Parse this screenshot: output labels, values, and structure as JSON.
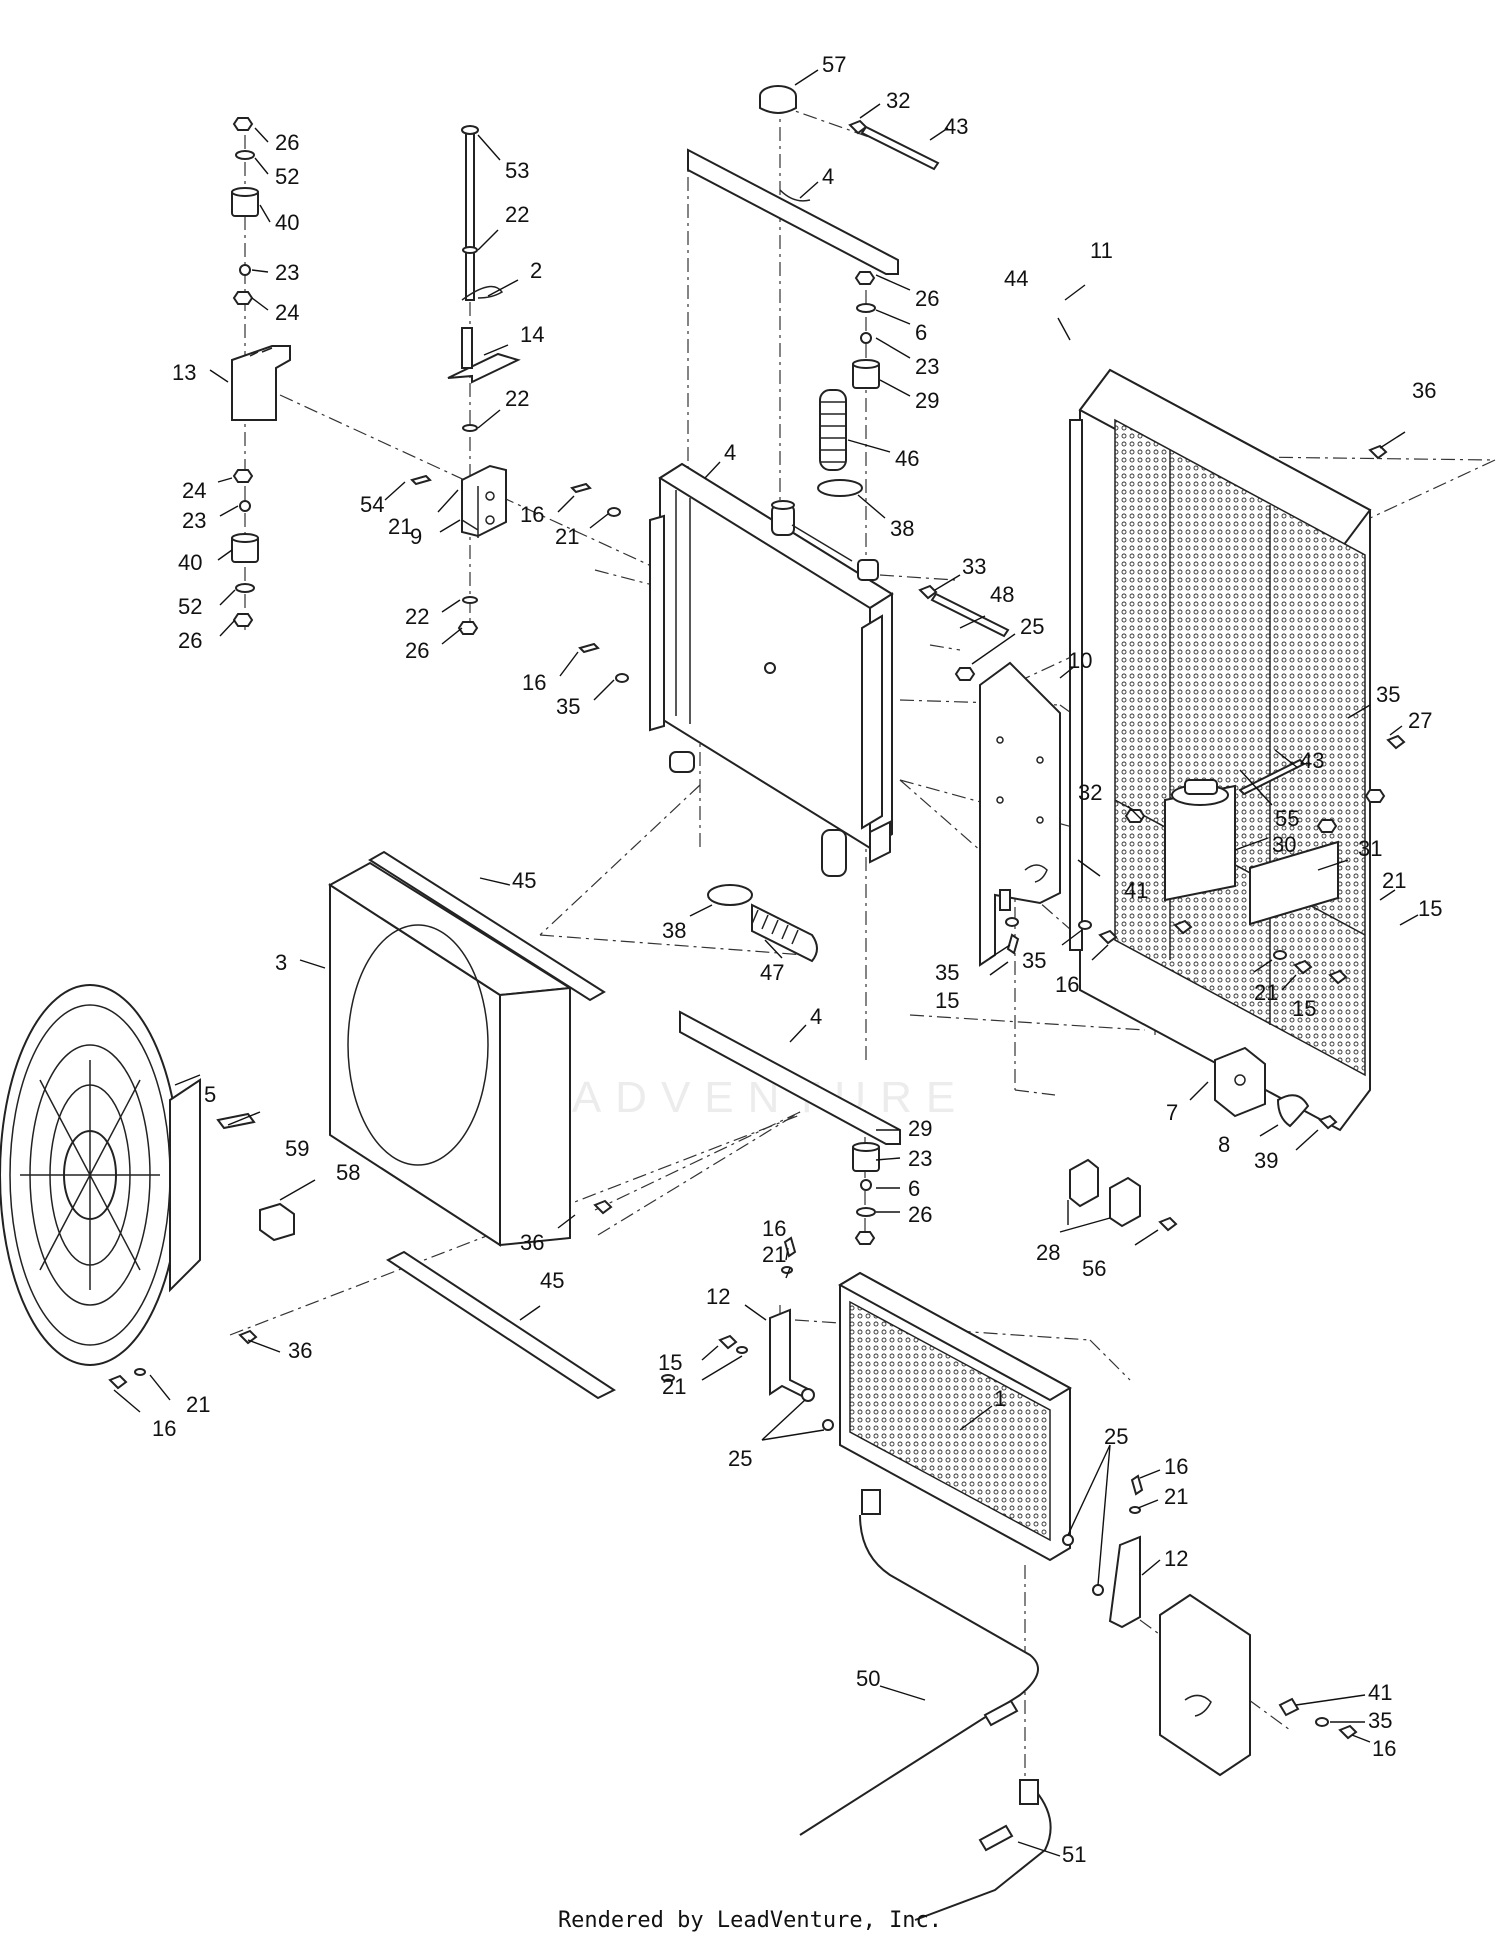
{
  "watermark": "LEADVENTURE",
  "footer": "Rendered by LeadVenture, Inc.",
  "callouts": [
    {
      "id": "c57",
      "text": "57"
    },
    {
      "id": "c32a",
      "text": "32"
    },
    {
      "id": "c43a",
      "text": "43"
    },
    {
      "id": "c4a",
      "text": "4"
    },
    {
      "id": "c26a",
      "text": "26"
    },
    {
      "id": "c52a",
      "text": "52"
    },
    {
      "id": "c40a",
      "text": "40"
    },
    {
      "id": "c23a",
      "text": "23"
    },
    {
      "id": "c24a",
      "text": "24"
    },
    {
      "id": "c13",
      "text": "13"
    },
    {
      "id": "c24b",
      "text": "24"
    },
    {
      "id": "c23b",
      "text": "23"
    },
    {
      "id": "c40b",
      "text": "40"
    },
    {
      "id": "c52b",
      "text": "52"
    },
    {
      "id": "c26b",
      "text": "26"
    },
    {
      "id": "c53",
      "text": "53"
    },
    {
      "id": "c22a",
      "text": "22"
    },
    {
      "id": "c2",
      "text": "2"
    },
    {
      "id": "c14",
      "text": "14"
    },
    {
      "id": "c22b",
      "text": "22"
    },
    {
      "id": "c54",
      "text": "54"
    },
    {
      "id": "c21a",
      "text": "21"
    },
    {
      "id": "c9",
      "text": "9"
    },
    {
      "id": "c22c",
      "text": "22"
    },
    {
      "id": "c26c",
      "text": "26"
    },
    {
      "id": "c16a",
      "text": "16"
    },
    {
      "id": "c21b",
      "text": "21"
    },
    {
      "id": "c4b",
      "text": "4"
    },
    {
      "id": "c26d",
      "text": "26"
    },
    {
      "id": "c6a",
      "text": "6"
    },
    {
      "id": "c23c",
      "text": "23"
    },
    {
      "id": "c29a",
      "text": "29"
    },
    {
      "id": "c46",
      "text": "46"
    },
    {
      "id": "c38a",
      "text": "38"
    },
    {
      "id": "c33",
      "text": "33"
    },
    {
      "id": "c48",
      "text": "48"
    },
    {
      "id": "c25a",
      "text": "25"
    },
    {
      "id": "c10",
      "text": "10"
    },
    {
      "id": "c16b",
      "text": "16"
    },
    {
      "id": "c35a",
      "text": "35"
    },
    {
      "id": "c11",
      "text": "11"
    },
    {
      "id": "c44",
      "text": "44"
    },
    {
      "id": "c36a",
      "text": "36"
    },
    {
      "id": "c35b",
      "text": "35"
    },
    {
      "id": "c27",
      "text": "27"
    },
    {
      "id": "c43b",
      "text": "43"
    },
    {
      "id": "c55",
      "text": "55"
    },
    {
      "id": "c32b",
      "text": "32"
    },
    {
      "id": "c30",
      "text": "30"
    },
    {
      "id": "c31",
      "text": "31"
    },
    {
      "id": "c41a",
      "text": "41"
    },
    {
      "id": "c21c",
      "text": "21"
    },
    {
      "id": "c15a",
      "text": "15"
    },
    {
      "id": "c45a",
      "text": "45"
    },
    {
      "id": "c3",
      "text": "3"
    },
    {
      "id": "c38b",
      "text": "38"
    },
    {
      "id": "c47",
      "text": "47"
    },
    {
      "id": "c4c",
      "text": "4"
    },
    {
      "id": "c35c",
      "text": "35"
    },
    {
      "id": "c15b",
      "text": "15"
    },
    {
      "id": "c35d",
      "text": "35"
    },
    {
      "id": "c16c",
      "text": "16"
    },
    {
      "id": "c21d",
      "text": "21"
    },
    {
      "id": "c15c",
      "text": "15"
    },
    {
      "id": "c7",
      "text": "7"
    },
    {
      "id": "c8",
      "text": "8"
    },
    {
      "id": "c39",
      "text": "39"
    },
    {
      "id": "c5",
      "text": "5"
    },
    {
      "id": "c59",
      "text": "59"
    },
    {
      "id": "c58",
      "text": "58"
    },
    {
      "id": "c36b",
      "text": "36"
    },
    {
      "id": "c29b",
      "text": "29"
    },
    {
      "id": "c23d",
      "text": "23"
    },
    {
      "id": "c6b",
      "text": "6"
    },
    {
      "id": "c26e",
      "text": "26"
    },
    {
      "id": "c28",
      "text": "28"
    },
    {
      "id": "c56",
      "text": "56"
    },
    {
      "id": "c36c",
      "text": "36"
    },
    {
      "id": "c21e",
      "text": "21"
    },
    {
      "id": "c16d",
      "text": "16"
    },
    {
      "id": "c45b",
      "text": "45"
    },
    {
      "id": "c16e",
      "text": "16"
    },
    {
      "id": "c21f",
      "text": "21"
    },
    {
      "id": "c12a",
      "text": "12"
    },
    {
      "id": "c15d",
      "text": "15"
    },
    {
      "id": "c21g",
      "text": "21"
    },
    {
      "id": "c25b",
      "text": "25"
    },
    {
      "id": "c1",
      "text": "1"
    },
    {
      "id": "c25c",
      "text": "25"
    },
    {
      "id": "c16f",
      "text": "16"
    },
    {
      "id": "c21h",
      "text": "21"
    },
    {
      "id": "c12b",
      "text": "12"
    },
    {
      "id": "c41b",
      "text": "41"
    },
    {
      "id": "c35e",
      "text": "35"
    },
    {
      "id": "c16g",
      "text": "16"
    },
    {
      "id": "c50",
      "text": "50"
    },
    {
      "id": "c51",
      "text": "51"
    }
  ]
}
